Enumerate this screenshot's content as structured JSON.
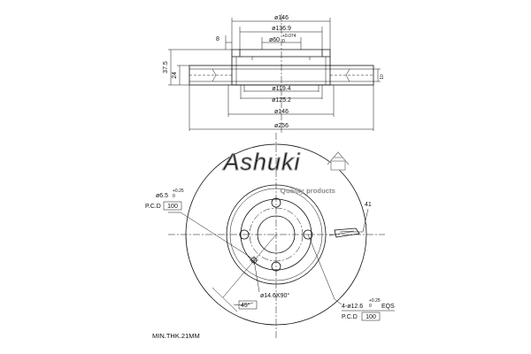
{
  "section_view": {
    "dimensions": {
      "outer_hat_diameter": "ø146",
      "inner_hat_diameter": "ø136.9",
      "center_bore": "ø60",
      "center_bore_tol_upper": "+0.074",
      "center_bore_tol_lower": "0",
      "hat_depth": "8",
      "total_height": "37.5",
      "disc_thickness": "24",
      "inner_diameter_1": "ø119.4",
      "inner_diameter_2": "ø125.2",
      "hat_diameter_bottom": "ø146",
      "outer_diameter": "ø256",
      "vent_width": "10"
    }
  },
  "front_view": {
    "watermark_brand": "Ashuki",
    "watermark_tagline": "Quality products",
    "bolt_hole_dia": "ø6.5",
    "bolt_hole_tol_upper": "+0.25",
    "bolt_hole_tol_lower": "0",
    "bolt_pcd_label": "P.C.D",
    "bolt_pcd_value": "100",
    "stud_holes": "4-ø12.6",
    "stud_tol_upper": "+0.25",
    "stud_tol_lower": "0",
    "stud_eqs": "EQS",
    "stud_pcd_label": "P.C.D",
    "stud_pcd_value": "100",
    "chamfer": "ø14.6X90°",
    "angle": "45°",
    "vent_count": "41",
    "min_thickness": "MIN.THK.21MM"
  },
  "colors": {
    "line": "#111111",
    "watermark": "#9a9a9a"
  }
}
